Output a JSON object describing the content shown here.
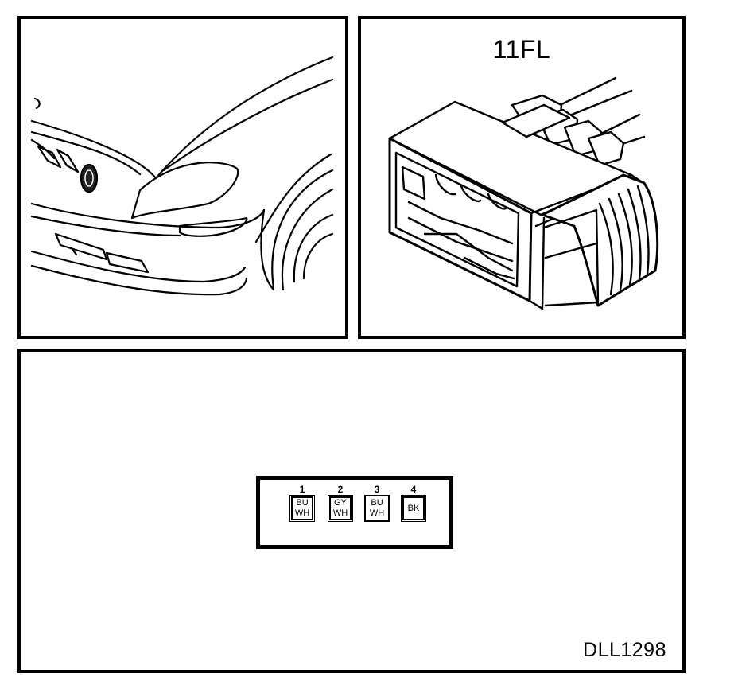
{
  "connector": {
    "title": "11FL",
    "drawing_code": "DLL1298"
  },
  "pinout": {
    "pins": [
      {
        "number": "1",
        "line1": "BU",
        "line2": "WH"
      },
      {
        "number": "2",
        "line1": "GY",
        "line2": "WH"
      },
      {
        "number": "3",
        "line1": "BU",
        "line2": "WH"
      },
      {
        "number": "4",
        "line1": "BK",
        "line2": ""
      }
    ]
  }
}
